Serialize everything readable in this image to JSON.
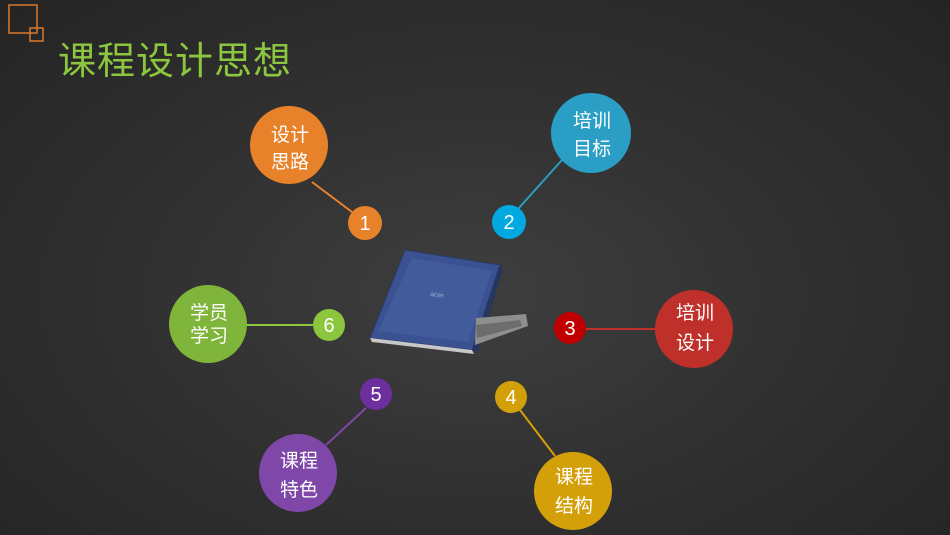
{
  "title": "课程设计思想",
  "center_image": "laptop",
  "nodes": [
    {
      "number": "1",
      "line1": "设计",
      "line2": "思路",
      "color": "#e8822a"
    },
    {
      "number": "2",
      "line1": "培训",
      "line2": "目标",
      "color": "#00a9e0",
      "big_color": "#2a9ec4"
    },
    {
      "number": "3",
      "line1": "培训",
      "line2": "设计",
      "color": "#c00000",
      "big_color": "#c0302b"
    },
    {
      "number": "4",
      "line1": "课程",
      "line2": "结构",
      "color": "#d4a00a"
    },
    {
      "number": "5",
      "line1": "课程",
      "line2": "特色",
      "color": "#6d2f9e",
      "big_color": "#7e47a8"
    },
    {
      "number": "6",
      "line1": "学员",
      "line2": "学习",
      "color": "#8cc63f",
      "big_color": "#7fb53b"
    }
  ]
}
